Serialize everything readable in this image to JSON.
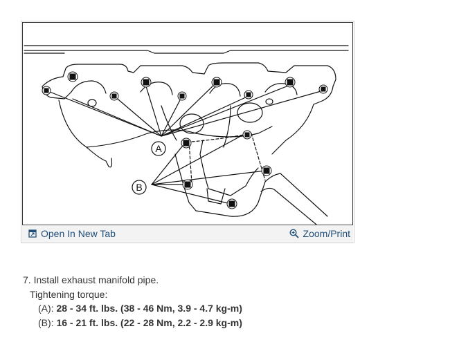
{
  "figure": {
    "callouts": [
      "A",
      "B"
    ],
    "open_tab_label": "Open In New Tab",
    "zoom_label": "Zoom/Print",
    "open_tab_icon": "open-new-tab-icon",
    "zoom_icon": "magnifier-plus-icon"
  },
  "instructions": {
    "step": "7. Install exhaust manifold pipe.",
    "torque_heading": "Tightening torque:",
    "items": [
      {
        "label": "(A): ",
        "value": "28 - 34 ft. lbs. (38 - 46 Nm, 3.9 - 4.7 kg-m)"
      },
      {
        "label": "(B): ",
        "value": "16 - 21 ft. lbs. (22 - 28 Nm, 2.2 - 2.9 kg-m)"
      }
    ]
  },
  "colors": {
    "link": "#1f4e79",
    "toolbar_bg": "#f3f3f3",
    "text": "#333333"
  }
}
